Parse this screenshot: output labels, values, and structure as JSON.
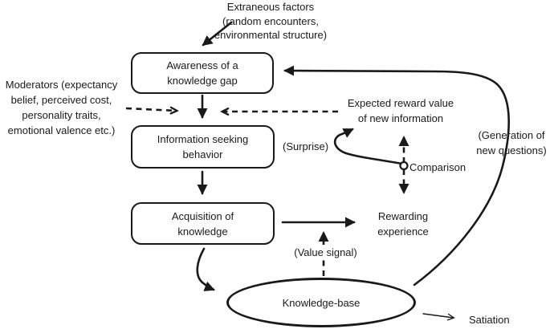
{
  "diagram": {
    "nodes": {
      "awareness": {
        "label": "Awareness of a\nknowledge gap"
      },
      "info_seeking": {
        "label": "Information seeking\nbehavior"
      },
      "acquisition": {
        "label": "Acquisition of\nknowledge"
      },
      "knowledge_base": {
        "label": "Knowledge-base"
      }
    },
    "labels": {
      "extraneous": "Extraneous factors\n(random encounters,\nenvironmental structure)",
      "moderators": "Moderators (expectancy\nbelief, perceived cost,\npersonality traits,\nemotional valence etc.)",
      "expected_reward": "Expected reward value\nof new information",
      "surprise": "(Surprise)",
      "comparison": "Comparison",
      "generation": "(Generation of\nnew questions)",
      "rewarding": "Rewarding\nexperience",
      "value_signal": "(Value signal)",
      "satiation": "Satiation"
    },
    "colors": {
      "ink": "#1a1a1a",
      "background": "#ffffff"
    }
  }
}
